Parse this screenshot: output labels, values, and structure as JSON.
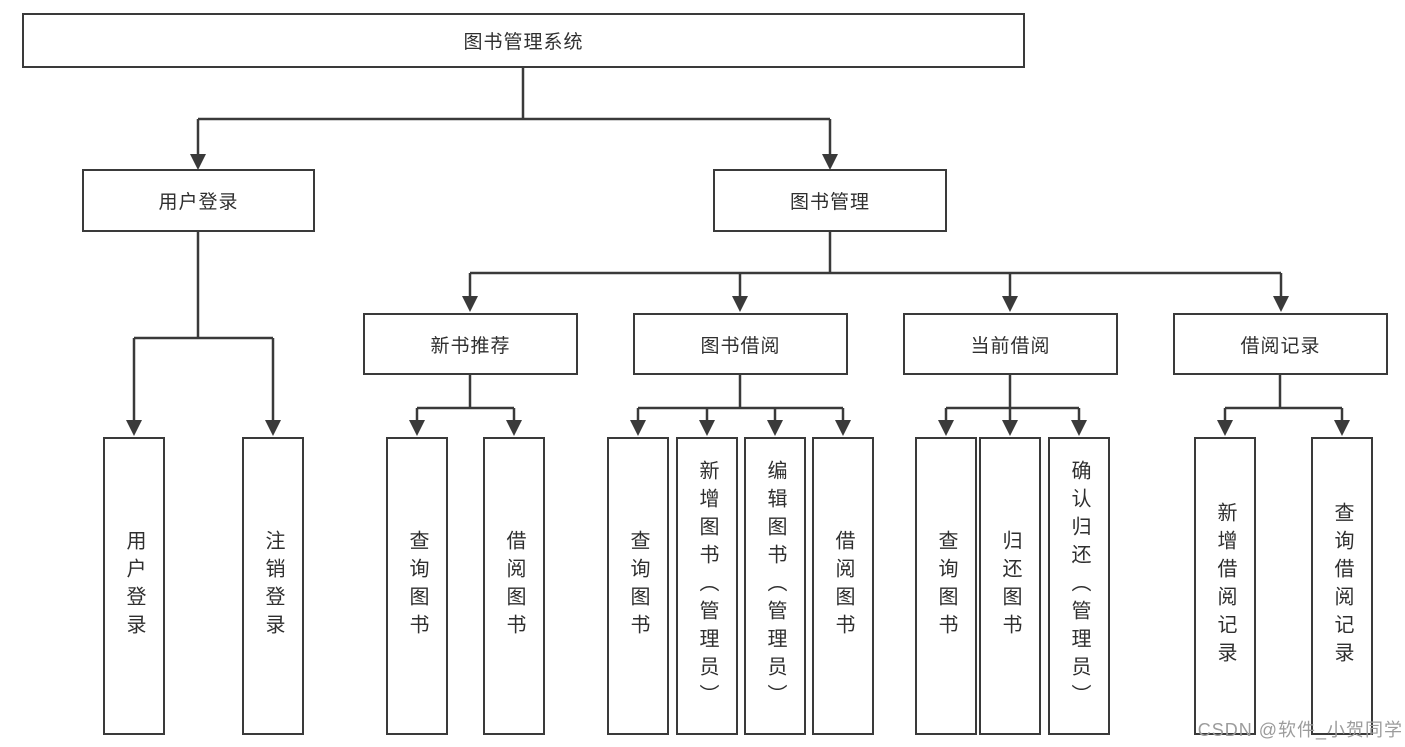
{
  "diagram_title": "图书管理系统",
  "tree": {
    "root": {
      "label": "图书管理系统"
    },
    "branches": [
      {
        "label": "用户登录",
        "children": [
          {
            "label": "用户登录"
          },
          {
            "label": "注销登录"
          }
        ]
      },
      {
        "label": "图书管理",
        "children": [
          {
            "label": "新书推荐",
            "children": [
              {
                "label": "查询图书"
              },
              {
                "label": "借阅图书"
              }
            ]
          },
          {
            "label": "图书借阅",
            "children": [
              {
                "label": "查询图书"
              },
              {
                "label": "新增图书（管理员）"
              },
              {
                "label": "编辑图书（管理员）"
              },
              {
                "label": "借阅图书"
              }
            ]
          },
          {
            "label": "当前借阅",
            "children": [
              {
                "label": "查询图书"
              },
              {
                "label": "归还图书"
              },
              {
                "label": "确认归还（管理员）"
              }
            ]
          },
          {
            "label": "借阅记录",
            "children": [
              {
                "label": "新增借阅记录"
              },
              {
                "label": "查询借阅记录"
              }
            ]
          }
        ]
      }
    ]
  },
  "watermark": {
    "text": "CSDN @软件_小贺同学"
  },
  "colors": {
    "line": "#3a3a3a",
    "node_border": "#3a3a3a",
    "node_background": "#ffffff",
    "text": "#2f2f2f",
    "watermark_text": "#9c9c9c",
    "page_background": "#ffffff"
  }
}
